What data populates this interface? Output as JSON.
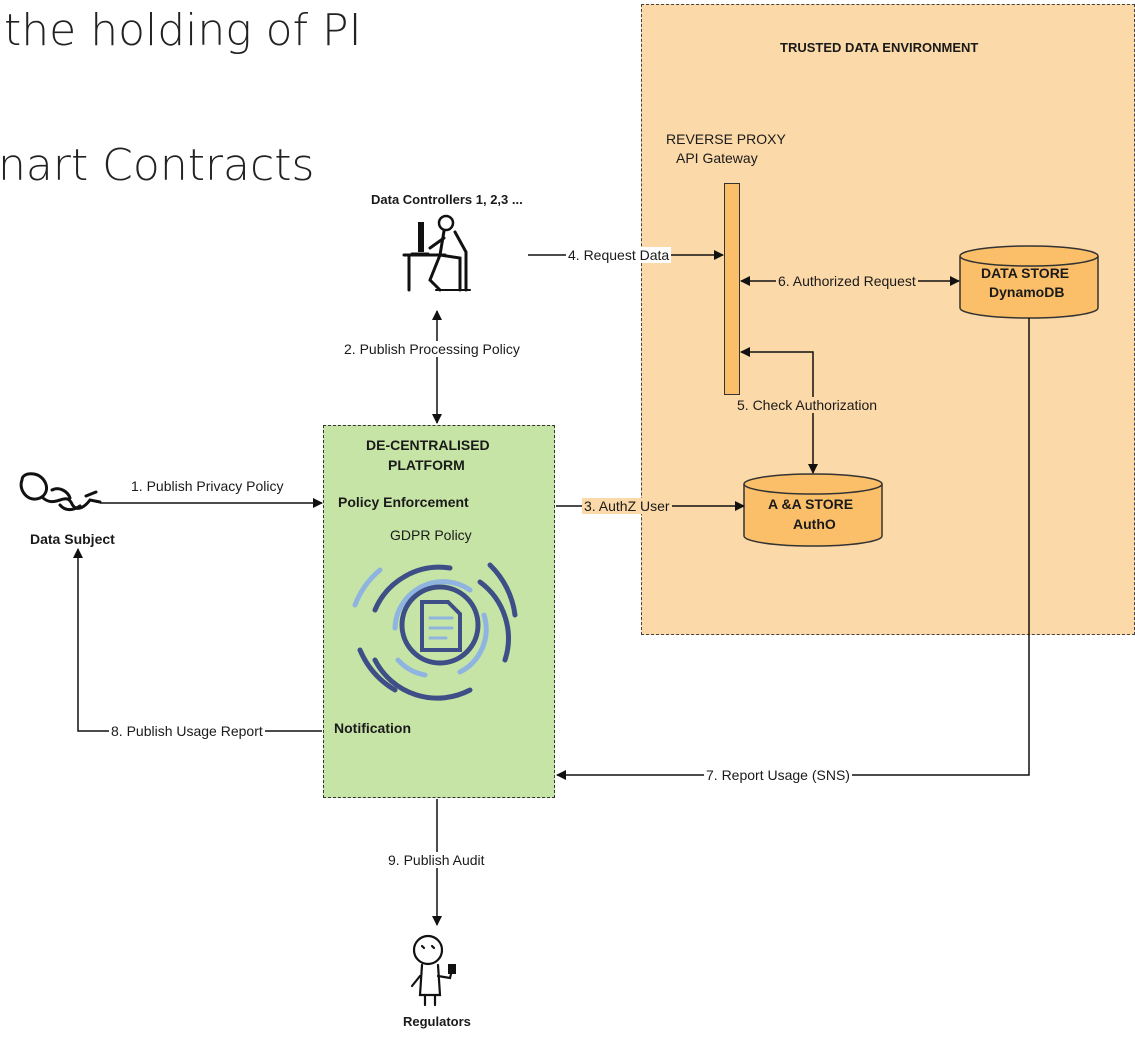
{
  "slide": {
    "title_line1": "the holding of PI",
    "title_line2": "nart Contracts"
  },
  "trusted_env": {
    "title": "TRUSTED DATA ENVIRONMENT"
  },
  "proxy": {
    "line1": "REVERSE PROXY",
    "line2": "API Gateway"
  },
  "data_store": {
    "line1": "DATA STORE",
    "line2": "DynamoDB"
  },
  "aa_store": {
    "line1": "A &A STORE",
    "line2": "AuthO"
  },
  "platform": {
    "line1": "DE-CENTRALISED",
    "line2": "PLATFORM",
    "policy_enforcement": "Policy Enforcement",
    "gdpr_policy": "GDPR Policy",
    "notification": "Notification"
  },
  "actors": {
    "data_controllers": "Data Controllers 1, 2,3 ...",
    "data_subject": "Data Subject",
    "regulators": "Regulators"
  },
  "flows": {
    "f1": "1. Publish Privacy Policy",
    "f2": "2. Publish Processing Policy",
    "f3": "3. AuthZ User",
    "f4": "4. Request Data",
    "f5": "5. Check Authorization",
    "f6": "6. Authorized Request",
    "f7": "7. Report Usage (SNS)",
    "f8": "8. Publish Usage Report",
    "f9": "9. Publish Audit"
  },
  "colors": {
    "trusted_env_fill": "#fcd9a8",
    "platform_fill": "#c6e4a6",
    "store_fill": "#fbbf6a",
    "logo_blue": "#3d4f86",
    "logo_light_blue": "#8fb4e0"
  }
}
